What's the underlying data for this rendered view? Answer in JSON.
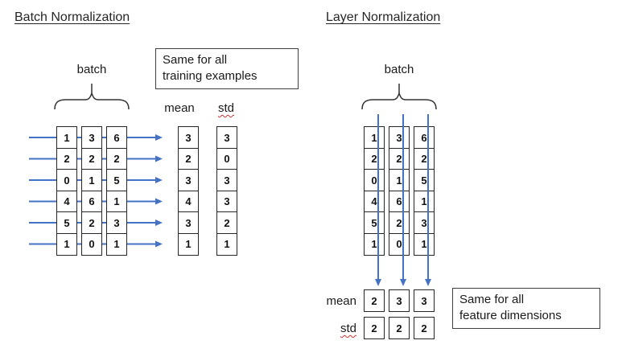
{
  "colors": {
    "arrow_blue": "#4472C4",
    "squiggle_red": "#d03030"
  },
  "batch_norm": {
    "title": "Batch Normalization",
    "batch_label": "batch",
    "note_line1": "Same for all",
    "note_line2": "training examples",
    "mean_label": "mean",
    "std_label": "std",
    "grid": [
      [
        1,
        3,
        6
      ],
      [
        2,
        2,
        2
      ],
      [
        0,
        1,
        5
      ],
      [
        4,
        6,
        1
      ],
      [
        5,
        2,
        3
      ],
      [
        1,
        0,
        1
      ]
    ],
    "mean": [
      3,
      2,
      3,
      4,
      3,
      1
    ],
    "std": [
      3,
      0,
      3,
      3,
      2,
      1
    ]
  },
  "layer_norm": {
    "title": "Layer Normalization",
    "batch_label": "batch",
    "note_line1": "Same for all",
    "note_line2": "feature dimensions",
    "mean_label": "mean",
    "std_label": "std",
    "grid": [
      [
        1,
        3,
        6
      ],
      [
        2,
        2,
        2
      ],
      [
        0,
        1,
        5
      ],
      [
        4,
        6,
        1
      ],
      [
        5,
        2,
        3
      ],
      [
        1,
        0,
        1
      ]
    ],
    "mean": [
      2,
      3,
      3
    ],
    "std": [
      2,
      2,
      2
    ]
  }
}
